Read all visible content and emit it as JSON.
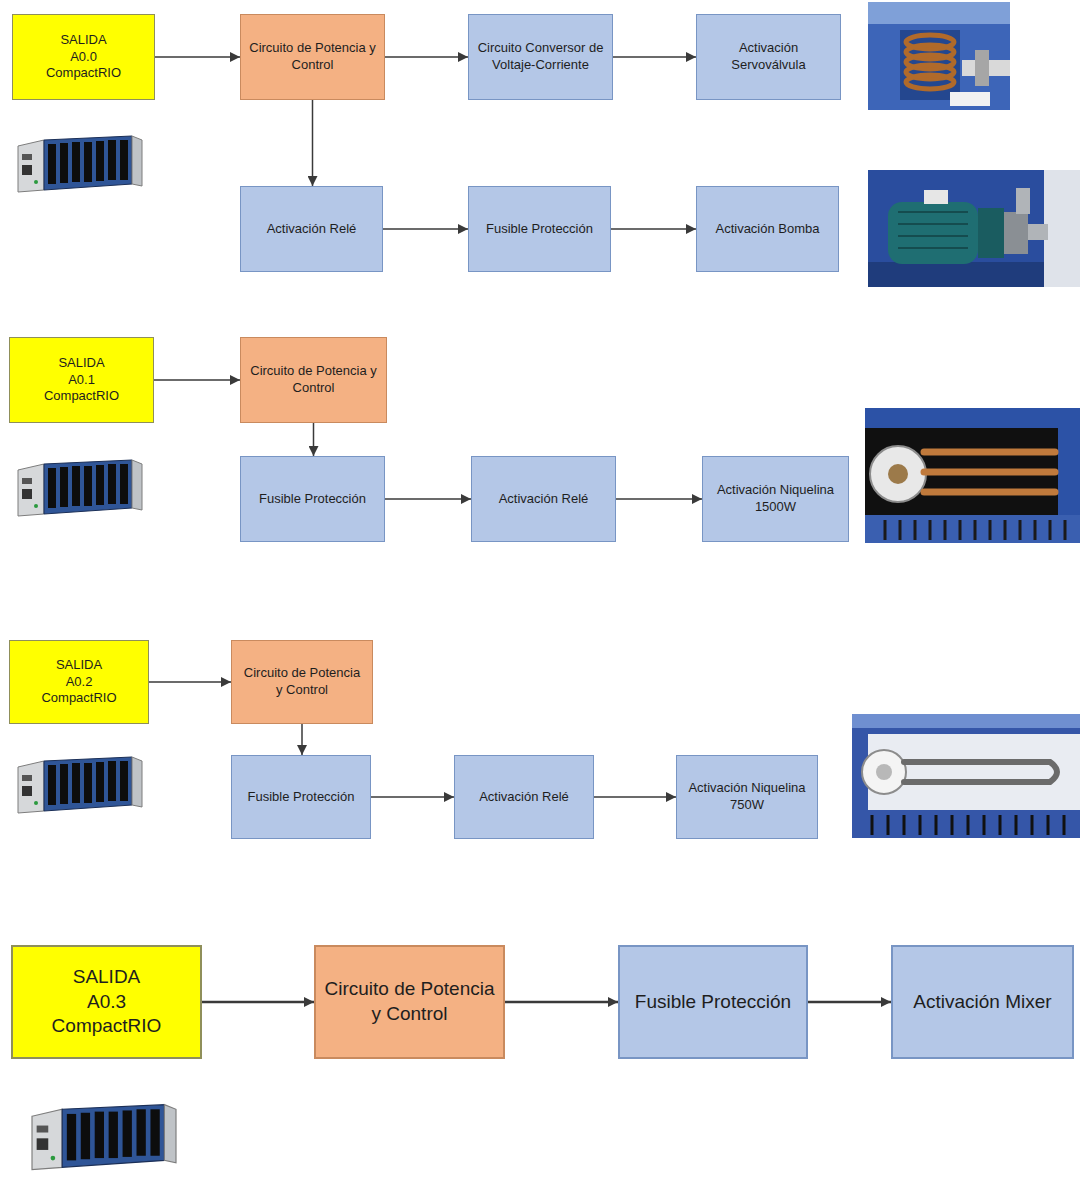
{
  "diagram": {
    "nodes": [
      {
        "text": [
          "SALIDA A0.0 CompactRIO"
        ]
      },
      {
        "text": [
          "Circuito de Potencia y Control"
        ]
      },
      {
        "text": [
          "Circuito Conversor de Voltaje-Corriente"
        ]
      },
      {
        "text": [
          "Activación Servoválvula"
        ]
      },
      {
        "text": [
          "Activación Relé"
        ]
      },
      {
        "text": [
          "Fusible Protección"
        ]
      },
      {
        "text": [
          "Activación Bomba"
        ]
      },
      {
        "text": [
          "SALIDA A0.1 CompactRIO"
        ]
      },
      {
        "text": [
          "Circuito de Potencia y Control"
        ]
      },
      {
        "text": [
          "Fusible Protección"
        ]
      },
      {
        "text": [
          "Activación Relé"
        ]
      },
      {
        "text": [
          "Activación Niquelina 1500W"
        ]
      },
      {
        "text": [
          "SALIDA A0.2 CompactRIO"
        ]
      },
      {
        "text": [
          "Circuito de Potencia y Control"
        ]
      },
      {
        "text": [
          "Fusible Protección"
        ]
      },
      {
        "text": [
          "Activación Relé"
        ]
      },
      {
        "text": [
          "Activación Niquelina 750W"
        ]
      },
      {
        "text": [
          "SALIDA A0.3 CompactRIO"
        ]
      },
      {
        "text": [
          "Circuito de Potencia y Control"
        ]
      },
      {
        "text": [
          "Fusible Protección"
        ]
      },
      {
        "text": [
          "Activación Mixer"
        ]
      }
    ],
    "edges": [
      {
        "from": 0,
        "to": 1,
        "arrow": "to"
      },
      {
        "from": 1,
        "to": 2,
        "arrow": "to"
      },
      {
        "from": 2,
        "to": 3,
        "arrow": "to"
      },
      {
        "from": 1,
        "to": 4,
        "arrow": "to"
      },
      {
        "from": 4,
        "to": 5,
        "arrow": "to"
      },
      {
        "from": 5,
        "to": 6,
        "arrow": "to"
      },
      {
        "from": 7,
        "to": 8,
        "arrow": "to"
      },
      {
        "from": 8,
        "to": 9,
        "arrow": "to"
      },
      {
        "from": 9,
        "to": 10,
        "arrow": "to"
      },
      {
        "from": 10,
        "to": 11,
        "arrow": "to"
      },
      {
        "from": 12,
        "to": 13,
        "arrow": "to"
      },
      {
        "from": 13,
        "to": 14,
        "arrow": "to"
      },
      {
        "from": 14,
        "to": 15,
        "arrow": "to"
      },
      {
        "from": 15,
        "to": 16,
        "arrow": "to"
      },
      {
        "from": 17,
        "to": 18,
        "arrow": "to"
      },
      {
        "from": 18,
        "to": 19,
        "arrow": "to"
      },
      {
        "from": 19,
        "to": 20,
        "arrow": "to"
      }
    ]
  }
}
